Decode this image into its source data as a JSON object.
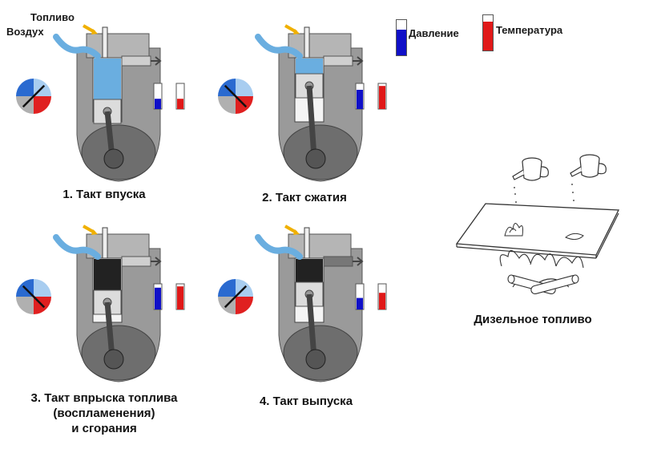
{
  "labels": {
    "fuel": "Топливо",
    "air": "Воздух",
    "pressure": "Давление",
    "temperature": "Температура"
  },
  "colors": {
    "pressure": "#1010c8",
    "temperature": "#e01818",
    "air": "#6aaee0",
    "fuel": "#f0b000",
    "combustion": "#222222",
    "engine_body": "#9a9a9a"
  },
  "strokes": [
    {
      "label": "1. Такт впуска",
      "pressure": 0.4,
      "temperature": 0.4
    },
    {
      "label": "2. Такт сжатия",
      "pressure": 0.75,
      "temperature": 0.9
    },
    {
      "label": "3. Такт впрыска топлива (воспламенения) и сгорания",
      "label_lines": [
        "3. Такт впрыска топлива",
        "(воспламенения)",
        "и сгорания"
      ],
      "pressure": 0.85,
      "temperature": 0.9
    },
    {
      "label": "4. Такт выпуска",
      "pressure": 0.45,
      "temperature": 0.65
    }
  ],
  "diesel": {
    "label": "Дизельное топливо"
  }
}
